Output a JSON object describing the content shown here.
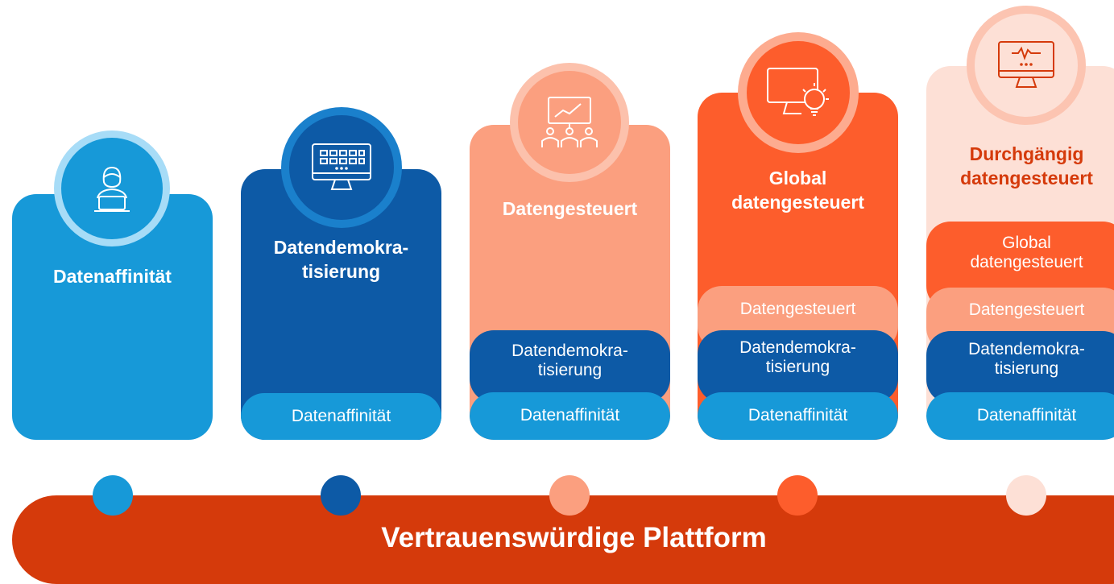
{
  "colors": {
    "affinity": "#1799d8",
    "democratization": "#0d5aa6",
    "datadriven": "#fb9f7f",
    "global": "#fd5d2c",
    "endtoend": "#fde0d6",
    "platform": "#d53a0b"
  },
  "stages": [
    {
      "title": "Datenaffinität",
      "icon": "person-at-laptop-icon"
    },
    {
      "title": "Datendemokra-\ntisierung",
      "icon": "monitor-grid-icon",
      "layers": [
        "Datenaffinität"
      ]
    },
    {
      "title": "Datengesteuert",
      "icon": "presentation-audience-icon",
      "layers": [
        "Datendemokra-\ntisierung",
        "Datenaffinität"
      ]
    },
    {
      "title": "Global\ndatengesteuert",
      "icon": "monitor-lightbulb-icon",
      "layers": [
        "Datengesteuert",
        "Datendemokra-\ntisierung",
        "Datenaffinität"
      ]
    },
    {
      "title": "Durchgängig\ndatengesteuert",
      "icon": "monitor-pulse-icon",
      "layers": [
        "Global\ndatengesteuert",
        "Datengesteuert",
        "Datendemokra-\ntisierung",
        "Datenaffinität"
      ]
    }
  ],
  "platform_label": "Vertrauenswürdige Plattform"
}
